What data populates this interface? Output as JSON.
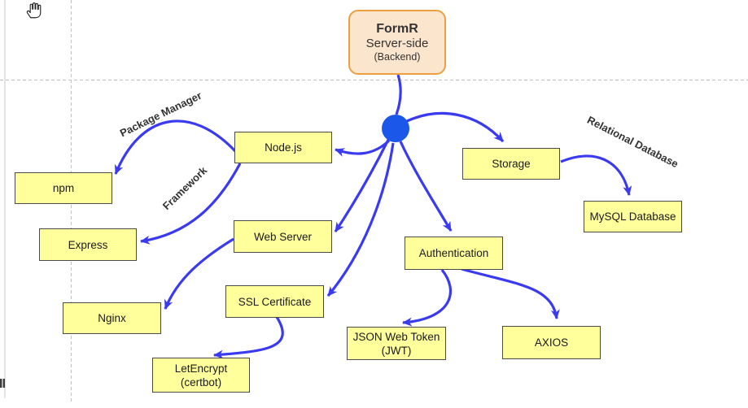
{
  "root": {
    "title": "FormR",
    "subtitle": "Server-side",
    "note": "(Backend)"
  },
  "nodes": {
    "nodejs": {
      "label": "Node.js"
    },
    "npm": {
      "label": "npm"
    },
    "express": {
      "label": "Express"
    },
    "webserver": {
      "label": "Web Server"
    },
    "nginx": {
      "label": "Nginx"
    },
    "ssl": {
      "label": "SSL Certificate"
    },
    "letencrypt": {
      "lines": [
        "LetEncrypt",
        "(certbot)"
      ]
    },
    "auth": {
      "label": "Authentication"
    },
    "jwt": {
      "lines": [
        "JSON Web Token",
        "(JWT)"
      ]
    },
    "axios": {
      "label": "AXIOS"
    },
    "storage": {
      "label": "Storage"
    },
    "mysql": {
      "label": "MySQL Database"
    }
  },
  "edge_labels": {
    "package_manager": "Package Manager",
    "framework": "Framework",
    "relational_database": "Relational Database"
  },
  "icons": {
    "cursor": "hand-grab-cursor",
    "bottom_left": "clipped-toolbar-icon"
  },
  "colors": {
    "node_fill": "#ffff9c",
    "node_border": "#4a4a4a",
    "edge_blue": "#3a3af0",
    "hub_blue": "#1b57e9",
    "root_fill": "#fce5cd",
    "root_border": "#ea9f41",
    "guide_gray": "#c0c0c0"
  }
}
